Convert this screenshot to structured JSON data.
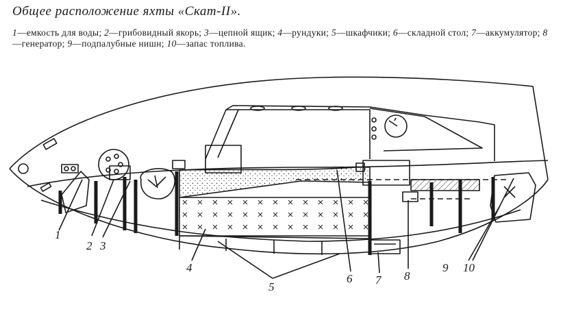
{
  "title": "Общее расположение яхты «Скат-II».",
  "legend": [
    {
      "n": "1",
      "text": "—емкость для воды; "
    },
    {
      "n": "2",
      "text": "—грибовидный якорь; "
    },
    {
      "n": "3",
      "text": "—цепной ящик; "
    },
    {
      "n": "4",
      "text": "—рундуки; "
    },
    {
      "n": "5",
      "text": "—шкафчики; "
    },
    {
      "n": "6",
      "text": "—складной стол; "
    },
    {
      "n": "7",
      "text": "—аккумулятор; "
    },
    {
      "n": "8",
      "text": "—генератор; "
    },
    {
      "n": "9",
      "text": "—подпалубные нишн; "
    },
    {
      "n": "10",
      "text": "—запас топлива."
    }
  ],
  "callouts": {
    "c1": "1",
    "c2": "2",
    "c3": "3",
    "c4": "4",
    "c5": "5",
    "c6": "6",
    "c7": "7",
    "c8": "8",
    "c9": "9",
    "c10": "10"
  }
}
